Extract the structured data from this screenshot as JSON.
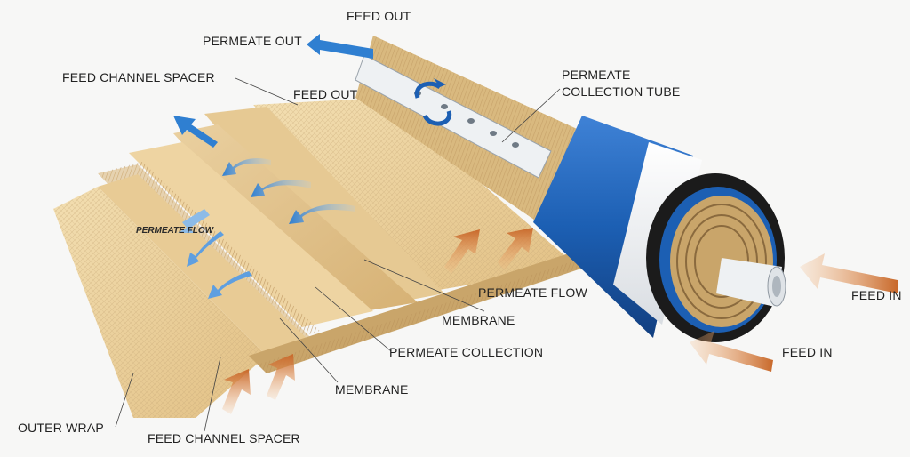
{
  "labels": {
    "feed_out_top": "FEED OUT",
    "permeate_out": "PERMEATE OUT",
    "feed_channel_spacer_top": "FEED CHANNEL SPACER",
    "feed_out_mid": "FEED OUT",
    "permeate_collection_tube": [
      "PERMEATE",
      "COLLECTION TUBE"
    ],
    "permeate_flow_small": "PERMEATE FLOW",
    "permeate_flow": "PERMEATE FLOW",
    "membrane_upper": "MEMBRANE",
    "permeate_collection": "PERMEATE COLLECTION",
    "membrane_lower": "MEMBRANE",
    "outer_wrap": "OUTER WRAP",
    "feed_channel_spacer_bottom": "FEED CHANNEL SPACER",
    "feed_in_right": "FEED IN",
    "feed_in_lower": "FEED IN"
  },
  "colors": {
    "sheet_light": "#f0d9a8",
    "sheet_mid": "#e4c48a",
    "sheet_dark": "#c9a56a",
    "casing_blue": "#1c5fb3",
    "casing_white": "#f4f6f8",
    "feed_arrow": "#d07a35",
    "permeate_arrow": "#2f7fd1"
  }
}
